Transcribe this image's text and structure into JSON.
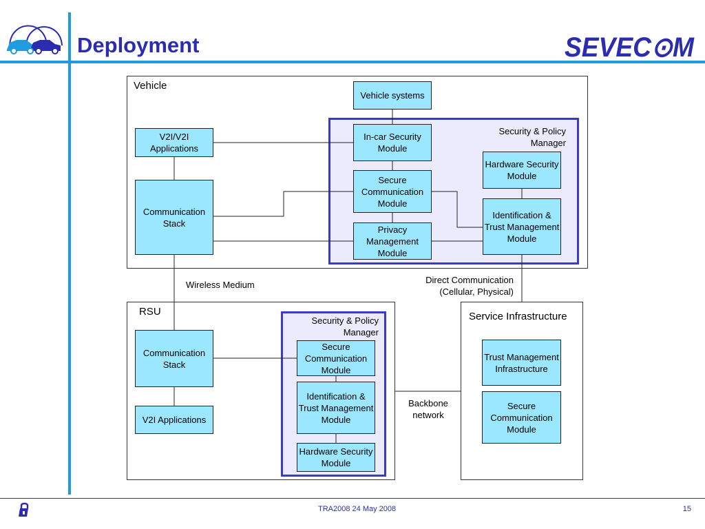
{
  "slide": {
    "title": "Deployment",
    "brand": "SEVEC⊙M",
    "footer_text": "TRA2008 24 May 2008",
    "page_number": "15"
  },
  "vehicle": {
    "label": "Vehicle",
    "vehicle_systems": "Vehicle systems",
    "v2i_apps": "V2I/V2I Applications",
    "comm_stack": "Communication Stack",
    "spm_label": "Security & Policy Manager",
    "incar_module": "In-car Security Module",
    "secure_comm": "Secure Communication Module",
    "privacy": "Privacy Management Module",
    "hsm": "Hardware Security Module",
    "itm": "Identification & Trust Management Module"
  },
  "links": {
    "wireless": "Wireless Medium",
    "direct": "Direct Communication (Cellular, Physical)",
    "backbone": "Backbone network"
  },
  "rsu": {
    "label": "RSU",
    "comm_stack": "Communication Stack",
    "v2i_apps": "V2I Applications",
    "spm_label": "Security & Policy Manager",
    "secure_comm": "Secure Communication Module",
    "itm": "Identification & Trust Management Module",
    "hsm": "Hardware Security Module"
  },
  "service": {
    "label": "Service Infrastructure",
    "tmi": "Trust Management Infrastructure",
    "secure_comm": "Secure Communication Module"
  },
  "colors": {
    "title": "#2b2cb0",
    "accent_line": "#1f9be0",
    "module_fill": "#9ae7ff",
    "spm_border": "#3a3ac6",
    "spm_fill": "#ebebfd"
  }
}
